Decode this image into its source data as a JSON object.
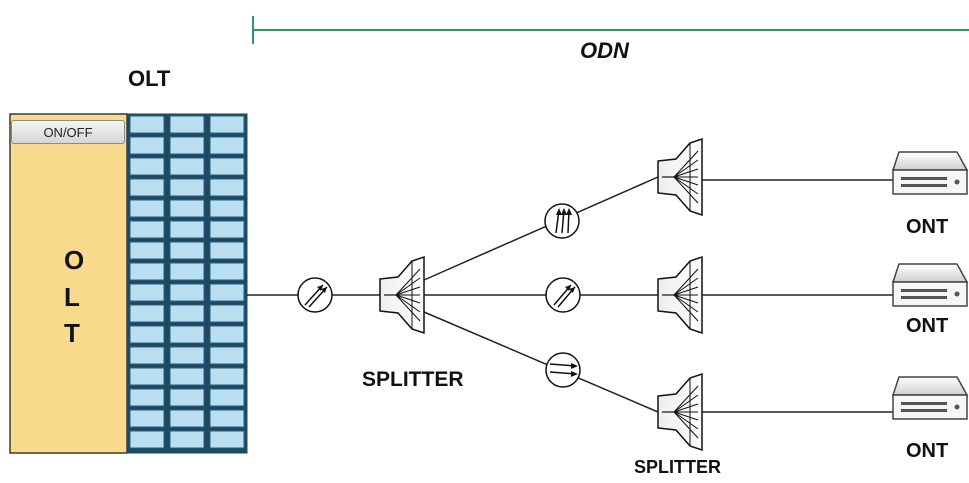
{
  "odn": {
    "label": "ODN"
  },
  "olt": {
    "title": "OLT",
    "button_label": "ON/OFF",
    "letters": [
      "O",
      "L",
      "T"
    ]
  },
  "splitter": {
    "main_label": "SPLITTER",
    "secondary_label": "SPLITTER"
  },
  "onts": [
    {
      "label": "ONT"
    },
    {
      "label": "ONT"
    },
    {
      "label": "ONT"
    }
  ],
  "colors": {
    "odn_line": "#2e9a5e",
    "olt_body": "#f9d98c",
    "port_fill": "#b9dff0",
    "port_border": "#2a5e7b",
    "line": "#222222"
  }
}
